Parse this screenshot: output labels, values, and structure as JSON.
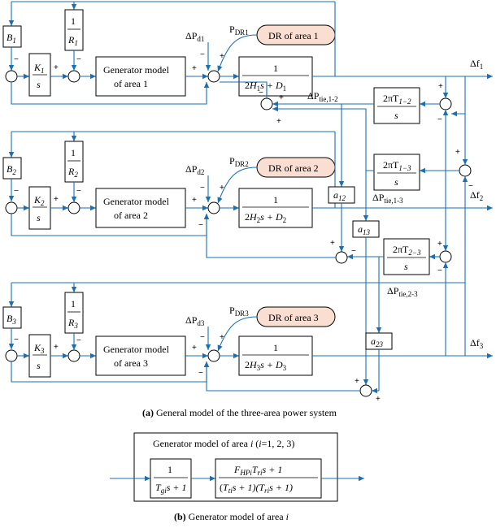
{
  "areas": [
    {
      "B": "B",
      "K": "K",
      "R_num": "1",
      "R": "R",
      "s": "s",
      "sub": "1",
      "gen_line1": "Generator model",
      "gen_line2": "of area 1",
      "dP": "ΔP",
      "dP_sub": "d1",
      "PDR": "P",
      "PDR_sub": "DR1",
      "dr": "DR of area 1",
      "plant_num": "1",
      "plant_den_a": "2",
      "H": "H",
      "plant_den_s": "s + ",
      "D": "D",
      "df": "Δf",
      "df_sub": "1"
    },
    {
      "B": "B",
      "K": "K",
      "R_num": "1",
      "R": "R",
      "s": "s",
      "sub": "2",
      "gen_line1": "Generator model",
      "gen_line2": "of area 2",
      "dP": "ΔP",
      "dP_sub": "d2",
      "PDR": "P",
      "PDR_sub": "DR2",
      "dr": "DR of area 2",
      "plant_num": "1",
      "plant_den_a": "2",
      "H": "H",
      "plant_den_s": "s + ",
      "D": "D",
      "df": "Δf",
      "df_sub": "2"
    },
    {
      "B": "B",
      "K": "K",
      "R_num": "1",
      "R": "R",
      "s": "s",
      "sub": "3",
      "gen_line1": "Generator model",
      "gen_line2": "of area 3",
      "dP": "ΔP",
      "dP_sub": "d3",
      "PDR": "P",
      "PDR_sub": "DR3",
      "dr": "DR of area 3",
      "plant_num": "1",
      "plant_den_a": "2",
      "H": "H",
      "plant_den_s": "s + ",
      "D": "D",
      "df": "Δf",
      "df_sub": "3"
    }
  ],
  "tie_blocks": [
    {
      "num": "2πT",
      "num_sub": "1−2",
      "den": "s"
    },
    {
      "num": "2πT",
      "num_sub": "1−3",
      "den": "s"
    },
    {
      "num": "2πT",
      "num_sub": "2−3",
      "den": "s"
    }
  ],
  "tie_labels": [
    {
      "main": "ΔP",
      "sub": "tie,1-2"
    },
    {
      "main": "ΔP",
      "sub": "tie,1-3"
    },
    {
      "main": "ΔP",
      "sub": "tie,2-3"
    }
  ],
  "a_blocks": [
    {
      "main": "a",
      "sub": "12"
    },
    {
      "main": "a",
      "sub": "13"
    },
    {
      "main": "a",
      "sub": "23"
    }
  ],
  "signs": {
    "plus": "+",
    "minus": "−",
    "sum": "+"
  },
  "caption_a": {
    "label": "(a)",
    "text": " General model of the three-area power system"
  },
  "gen_detail": {
    "title": "Generator model of area ",
    "title_i": "i",
    "title_rest": " (",
    "title_i2": "i",
    "title_end": "=1, 2, 3)",
    "b1_num": "1",
    "b1_den_T": "T",
    "b1_den_sub": "gi",
    "b1_den_rest": "s + 1",
    "b2_num_F": "F",
    "b2_num_Fsub": "HPi",
    "b2_num_T": "T",
    "b2_num_Tsub": "ri",
    "b2_num_rest": "s + 1",
    "b2_den_open": "(",
    "b2_den_T1": "T",
    "b2_den_T1sub": "ti",
    "b2_den_mid": "s + 1)(",
    "b2_den_T2": "T",
    "b2_den_T2sub": "ri",
    "b2_den_end": "s + 1)"
  },
  "caption_b": {
    "label": "(b)",
    "text": " Generator model of area ",
    "italic": "i"
  }
}
